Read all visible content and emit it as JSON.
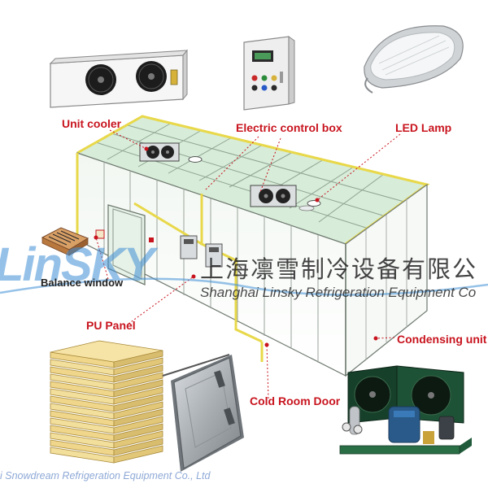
{
  "components": {
    "unit_cooler": "Unit cooler",
    "control_box": "Electric control box",
    "led_lamp": "LED  Lamp",
    "balance_window": "Balance window",
    "pu_panel": "PU Panel",
    "condensing_unit": "Condensing unit",
    "door": "Cold Room Door"
  },
  "watermark": {
    "logo": "LinSKY",
    "chinese": "上海凛雪制冷设备有限公",
    "english": "Shanghai Linsky Refrigeration Equipment Co",
    "footer": "i Snowdream Refrigeration Equipment Co., Ltd"
  },
  "colors": {
    "label_red": "#c8141e",
    "panel_green": "#d7ecd9",
    "frame_yellow": "#e8d84a",
    "pu_core": "#f0d890",
    "watermark_blue": "#3f8fd6"
  }
}
